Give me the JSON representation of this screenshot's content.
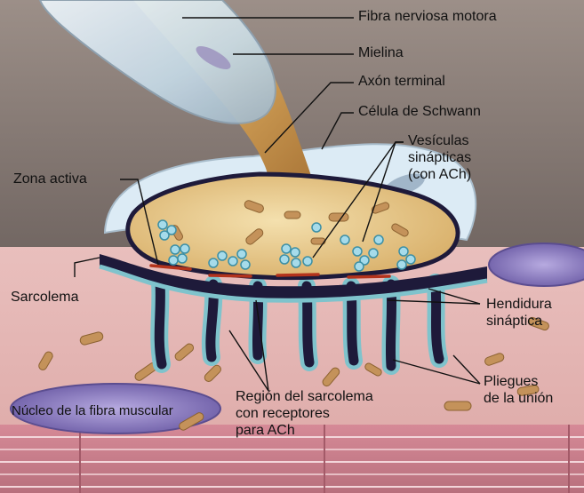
{
  "labels": {
    "fibra_nerviosa": "Fibra nerviosa motora",
    "mielina": "Mielina",
    "axon_terminal": "Axón terminal",
    "celula_schwann": "Célula de Schwann",
    "vesiculas": [
      "Vesículas",
      "sinápticas",
      "(con ACh)"
    ],
    "zona_activa": "Zona activa",
    "sarcolema": "Sarcolema",
    "hendidura": [
      "Hendidura",
      "sináptica"
    ],
    "pliegues": [
      "Pliegues",
      "de la unión"
    ],
    "region_sarcolema": [
      "Región del sarcolema",
      "con receptores",
      "para ACh"
    ],
    "nucleo": "Núcleo de la fibra muscular"
  },
  "colors": {
    "background": "#8a7c76",
    "muscle": "#e7b7b5",
    "axon": "#d3a45a",
    "terminal": "#e8cc92",
    "myelin": "#c9ddea",
    "schwann": "#d8e8f3",
    "membrane": "#1e1a3a",
    "receptor_rim": "#7fc3cc",
    "vesicle": "#9fd4e4",
    "nucleus": "#8e7fc2",
    "active_zone": "#b3331c",
    "striation": "#c77f8c"
  }
}
